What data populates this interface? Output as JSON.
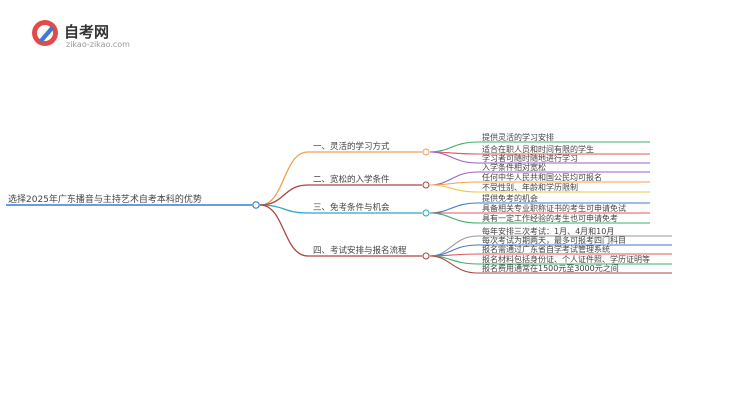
{
  "logo": {
    "brand": "自考网",
    "domain": "zikao-zikao.com"
  },
  "root": "选择2025年广东播音与主持艺术自考本科的优势",
  "branches": [
    {
      "label": "一、灵活的学习方式",
      "color": "#f0a050",
      "leaves": [
        {
          "text": "提供灵活的学习安排",
          "color": "#3fae6b"
        },
        {
          "text": "适合在职人员和时间有限的学生",
          "color": "#e05858"
        },
        {
          "text": "学习者可随时随地进行学习",
          "color": "#9a62c8"
        }
      ]
    },
    {
      "label": "二、宽松的入学条件",
      "color": "#b0443f",
      "leaves": [
        {
          "text": "入学条件相对宽松",
          "color": "#9a62c8"
        },
        {
          "text": "任何中华人民共和国公民均可报名",
          "color": "#f0a050"
        },
        {
          "text": "不受性别、年龄和学历限制",
          "color": "#e8c84a"
        }
      ]
    },
    {
      "label": "三、免考条件与机会",
      "color": "#2aa6c9",
      "leaves": [
        {
          "text": "提供免考的机会",
          "color": "#3a7bd5"
        },
        {
          "text": "具备相关专业职称证书的考生可申请免试",
          "color": "#e05858"
        },
        {
          "text": "具有一定工作经验的考生也可申请免考",
          "color": "#3fae6b"
        }
      ]
    },
    {
      "label": "四、考试安排与报名流程",
      "color": "#b0443f",
      "leaves": [
        {
          "text": "每年安排三次考试：1月、4月和10月",
          "color": "#999999"
        },
        {
          "text": "每次考试为期两天，最多可报考四门科目",
          "color": "#3a7bd5"
        },
        {
          "text": "报名需通过广东省自学考试管理系统",
          "color": "#e05858"
        },
        {
          "text": "报名材料包括身份证、个人证件照、学历证明等",
          "color": "#3fae6b"
        },
        {
          "text": "报名费用通常在1500元至3000元之间",
          "color": "#b0443f"
        }
      ]
    }
  ]
}
